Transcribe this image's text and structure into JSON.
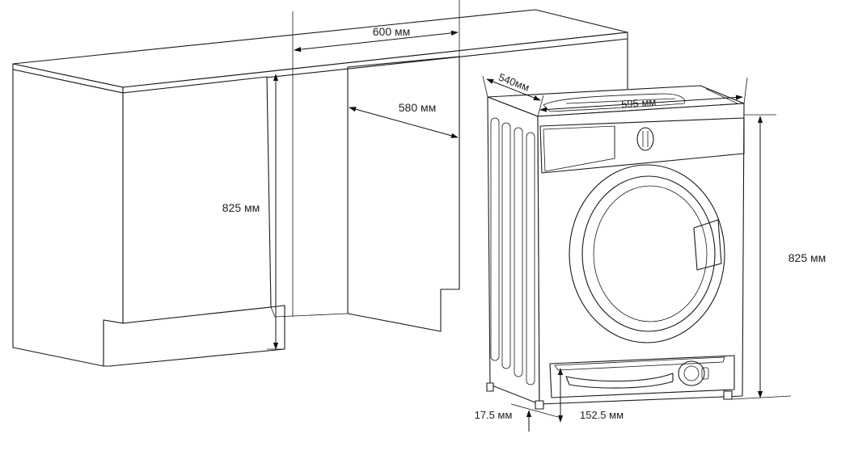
{
  "dimensions": {
    "niche_width": "600 мм",
    "niche_depth": "580 мм",
    "niche_height": "825 мм",
    "machine_depth": "540мм",
    "machine_width": "595 мм",
    "machine_height": "825 мм",
    "foot_height": "17.5 мм",
    "plinth_height": "152.5 мм"
  }
}
